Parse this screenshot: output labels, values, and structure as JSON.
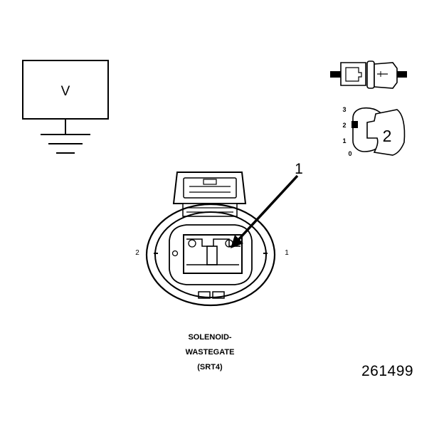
{
  "voltmeter": {
    "symbol": "V"
  },
  "key": {
    "scale": [
      "3",
      "2",
      "1",
      "0"
    ],
    "position_label": "2"
  },
  "connector": {
    "callout": "1",
    "pin_left": "2",
    "pin_right": "1",
    "name_line1": "SOLENOID-",
    "name_line2": "WASTEGATE",
    "name_line3": "(SRT4)"
  },
  "figure_number": "261499"
}
